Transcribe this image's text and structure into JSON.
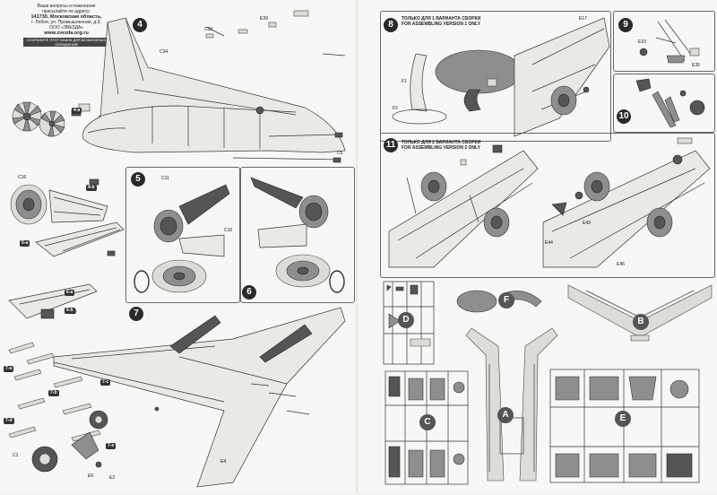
{
  "left_page": {
    "info": {
      "lines": [
        "Ваши вопросы и пожелания",
        "присылайте по адресу:",
        "141730, Московская область,",
        "г. Лобня, ул. Промышленная, д.3,",
        "ООО «ЗВЕЗДА»",
        "www.zvezda.org.ru"
      ],
      "strip": "СОХРАНИТЕ ЭТОТ БЛАНК ДЛЯ ВОЗМОЖНЫХ ОБРАЩЕНИЙ"
    },
    "steps": {
      "s4": "4",
      "s5": "5",
      "s6": "6",
      "s7": "7"
    },
    "tags": {
      "t4a": "4-a",
      "t4b": "4-b",
      "t5a": "5-a",
      "t6a": "6-a",
      "t6b": "6-b",
      "t7a": "7-a",
      "t7b": "7-b",
      "t7c": "7-c",
      "t7d": "7-d",
      "t7e": "7-e"
    },
    "refs": {
      "r_c34": "C34",
      "r_c33": "C33",
      "r_e39": "E39",
      "r_c5": "C5",
      "r_c16": "C16",
      "r_c11": "C11",
      "r_c10": "C10",
      "r_e4": "E4",
      "r_c1": "C1",
      "r_e6": "E6",
      "r_e2": "E2"
    }
  },
  "right_page": {
    "steps": {
      "s8": "8",
      "s9": "9",
      "s10": "10",
      "s11": "11"
    },
    "v1": {
      "ru": "ТОЛЬКО ДЛЯ 1 ВАРИАНТА СБОРКИ",
      "en": "FOR ASSEMBLING VERSION 1 ONLY"
    },
    "v2": {
      "ru": "ТОЛЬКО ДЛЯ 2 ВАРИАНТА СБОРКИ",
      "en": "FOR ASSEMBLING VERSION 2 ONLY"
    },
    "refs": {
      "r_e17": "E17",
      "r_f1": "F1",
      "r_f2": "F2",
      "r_e10": "E10",
      "r_e35": "E35",
      "r_e43": "E43",
      "r_e44": "E44",
      "r_e45": "E45"
    },
    "sprues": {
      "a": "A",
      "b": "B",
      "c": "C",
      "d": "D",
      "e": "E",
      "f": "F"
    }
  }
}
